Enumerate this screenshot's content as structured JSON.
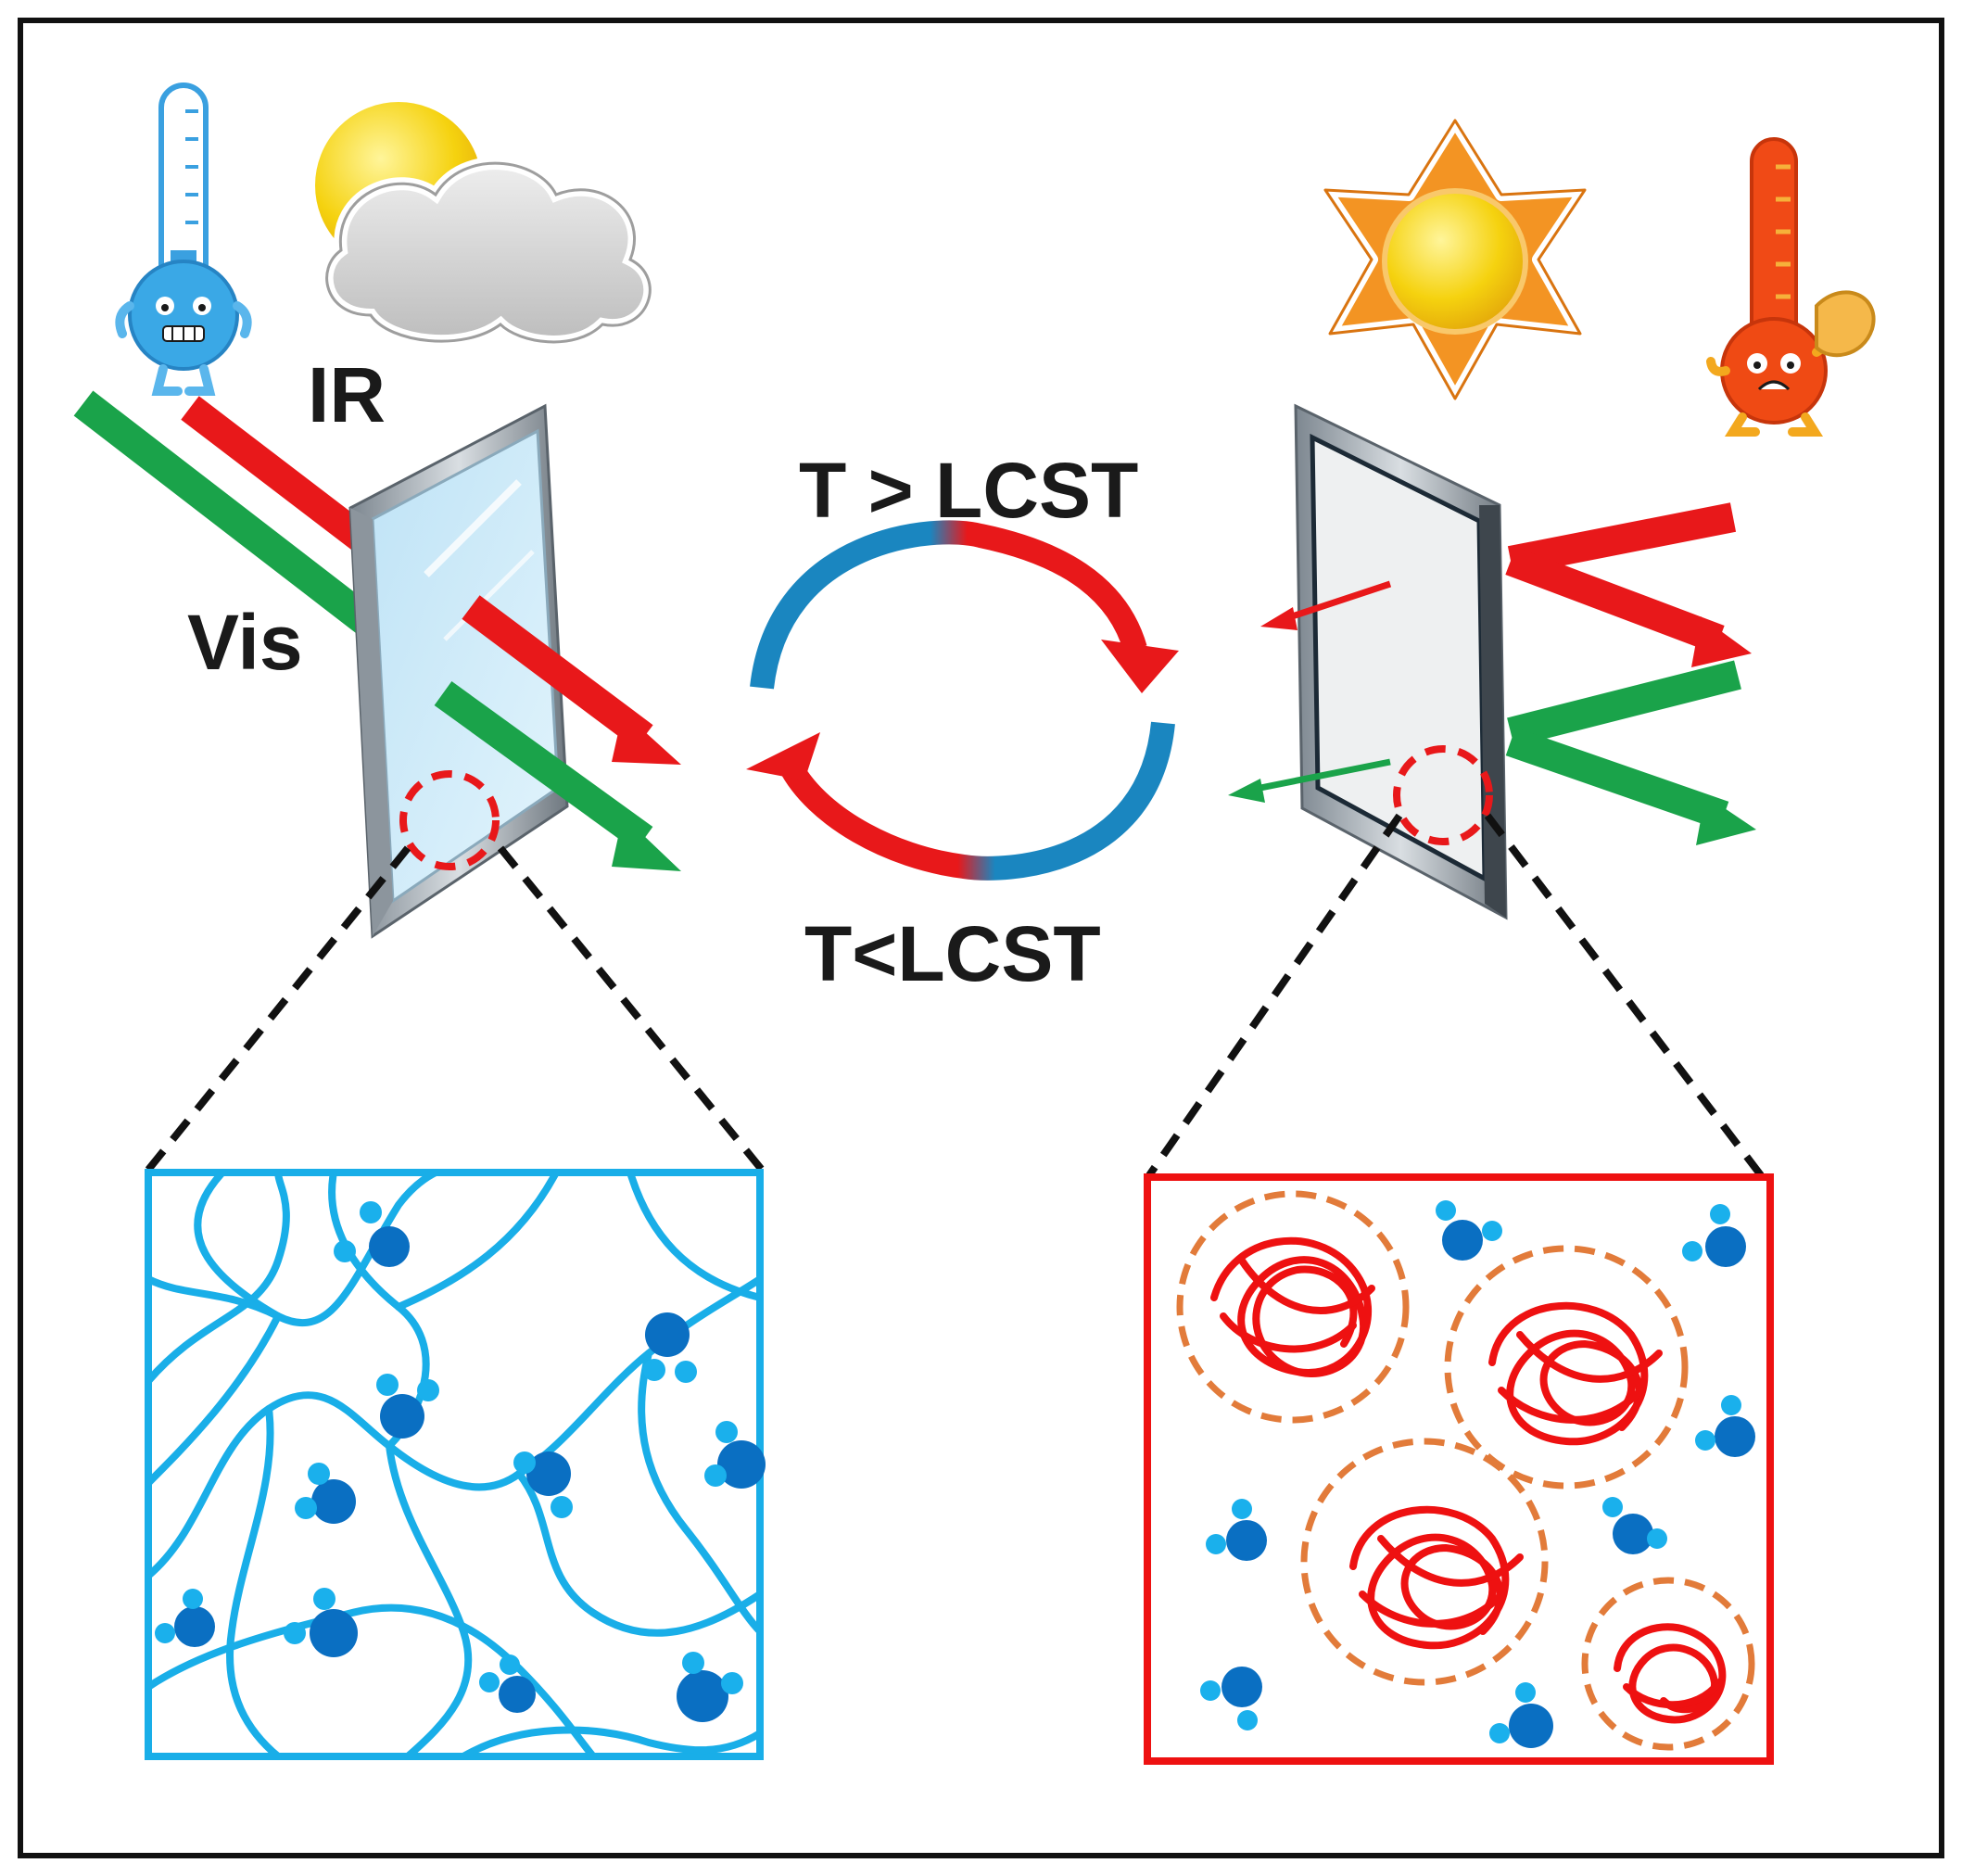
{
  "labels": {
    "ir": "IR",
    "vis": "Vis",
    "heating": "T > LCST",
    "cooling": "T<LCST"
  },
  "icons": {
    "cold_thermometer": "cold-thermometer-icon",
    "cloud_sun": "cloudy-sun-icon",
    "sun": "sun-icon",
    "hot_thermometer": "hot-thermometer-icon"
  },
  "colors": {
    "ir": "#e8181a",
    "vis": "#1aa34a",
    "cool_network": "#19aee8",
    "hot_globule": "#ee1111",
    "globule_halo": "#e27b3a",
    "water_dark": "#0a6fc2",
    "water_light": "#1ab0ec",
    "frame": "#111111"
  }
}
